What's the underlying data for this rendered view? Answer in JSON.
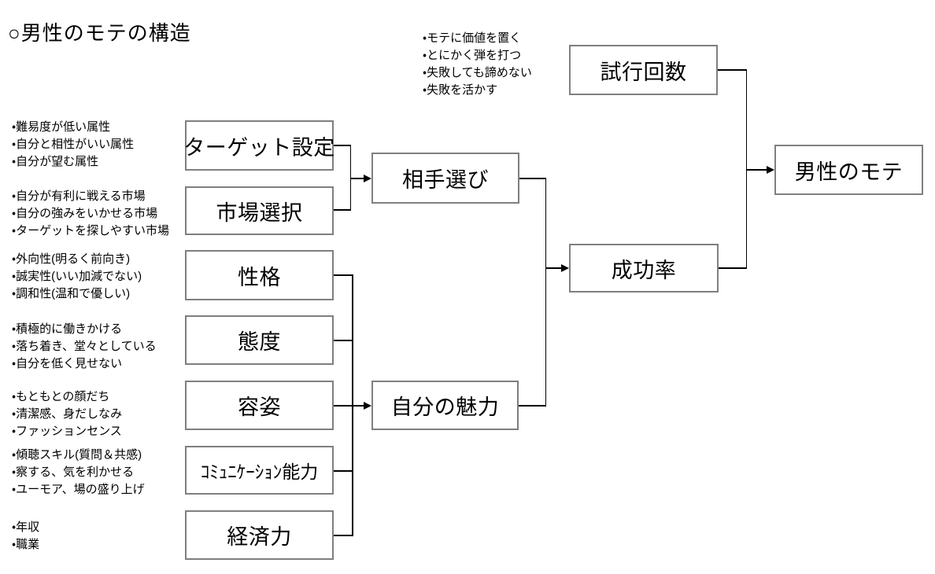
{
  "title": "○男性のモテの構造",
  "colors": {
    "background": "#ffffff",
    "box_border": "#7f7f7f",
    "connector_line": "#000000",
    "text": "#000000"
  },
  "nodes": {
    "trial": "試行回数",
    "target": "ターゲット設定",
    "market": "市場選択",
    "personality": "性格",
    "attitude": "態度",
    "appearance": "容姿",
    "communication": "ｺﾐｭﾆｹｰｼｮﾝ能力",
    "economic": "経済力",
    "partner_choice": "相手選び",
    "self_charm": "自分の魅力",
    "success_rate": "成功率",
    "male_popularity": "男性のモテ"
  },
  "bullet_groups": {
    "trial": [
      "・モテに価値を置く",
      "・とにかく弾を打つ",
      "・失敗しても諦めない",
      "・失敗を活かす"
    ],
    "target": [
      "・難易度が低い属性",
      "・自分と相性がいい属性",
      "・自分が望む属性"
    ],
    "market": [
      "・自分が有利に戦える市場",
      "・自分の強みをいかせる市場",
      "・ターゲットを探しやすい市場"
    ],
    "personality": [
      "・外向性(明るく前向き)",
      "・誠実性(いい加減でない)",
      "・調和性(温和で優しい)"
    ],
    "attitude": [
      "・積極的に働きかける",
      "・落ち着き、堂々としている",
      "・自分を低く見せない"
    ],
    "appearance": [
      "・もともとの顔だち",
      "・清潔感、身だしなみ",
      "・ファッションセンス"
    ],
    "communication": [
      "・傾聴スキル(質問＆共感)",
      "・察する、気を利かせる",
      "・ユーモア、場の盛り上げ"
    ],
    "economic": [
      "・年収",
      "・職業"
    ]
  }
}
